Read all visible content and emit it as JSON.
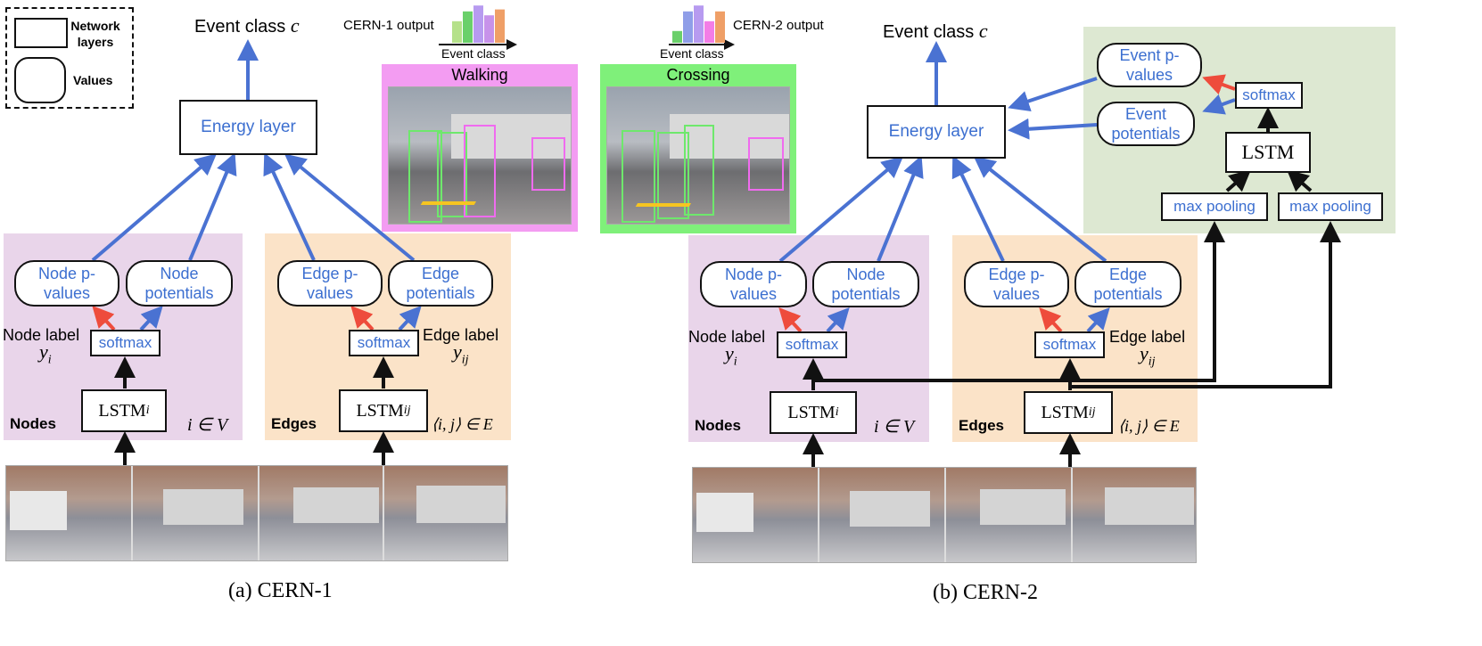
{
  "legend": {
    "network_layers": "Network layers",
    "values": "Values"
  },
  "cern1": {
    "event_class": "Event class",
    "event_var": "c",
    "energy_layer": "Energy layer",
    "output_title": "CERN-1 output",
    "output_axis": "Event class",
    "frame_label": "Walking",
    "nodes": {
      "pvalues": "Node p-values",
      "potentials": "Node potentials",
      "softmax": "softmax",
      "label": "Node label",
      "label_var": "y_i",
      "lstm": "LSTM_i",
      "section": "Nodes",
      "set": "i ∈ V"
    },
    "edges": {
      "pvalues": "Edge p-values",
      "potentials": "Edge potentials",
      "softmax": "softmax",
      "label": "Edge label",
      "label_var": "y_ij",
      "lstm": "LSTM_ij",
      "section": "Edges",
      "set": "⟨i, j⟩ ∈ E"
    },
    "caption": "(a) CERN-1"
  },
  "cern2": {
    "event_class": "Event class",
    "event_var": "c",
    "energy_layer": "Energy layer",
    "output_title": "CERN-2 output",
    "output_axis": "Event class",
    "frame_label": "Crossing",
    "event_branch": {
      "pvalues": "Event p-values",
      "potentials": "Event potentials",
      "softmax": "softmax",
      "lstm": "LSTM",
      "maxpool1": "max pooling",
      "maxpool2": "max pooling"
    },
    "nodes": {
      "pvalues": "Node p-values",
      "potentials": "Node potentials",
      "softmax": "softmax",
      "label": "Node label",
      "label_var": "y_i",
      "lstm": "LSTM_i",
      "section": "Nodes",
      "set": "i ∈ V"
    },
    "edges": {
      "pvalues": "Edge p-values",
      "potentials": "Edge potentials",
      "softmax": "softmax",
      "label": "Edge label",
      "label_var": "y_ij",
      "lstm": "LSTM_ij",
      "section": "Edges",
      "set": "⟨i, j⟩ ∈ E"
    },
    "caption": "(b) CERN-2"
  },
  "colors": {
    "nodes_panel": "#e9d5ea",
    "edges_panel": "#fbe3c8",
    "event_panel": "#dde8d2",
    "walking_border": "#f39cf2",
    "crossing_border": "#7ff07a",
    "blue_arrow": "#4a72d2",
    "red_arrow": "#ee4c3c"
  },
  "histograms": {
    "cern1": [
      0.55,
      0.8,
      0.95,
      0.7,
      0.85
    ],
    "cern2": [
      0.3,
      0.8,
      0.95,
      0.55,
      0.8
    ]
  }
}
